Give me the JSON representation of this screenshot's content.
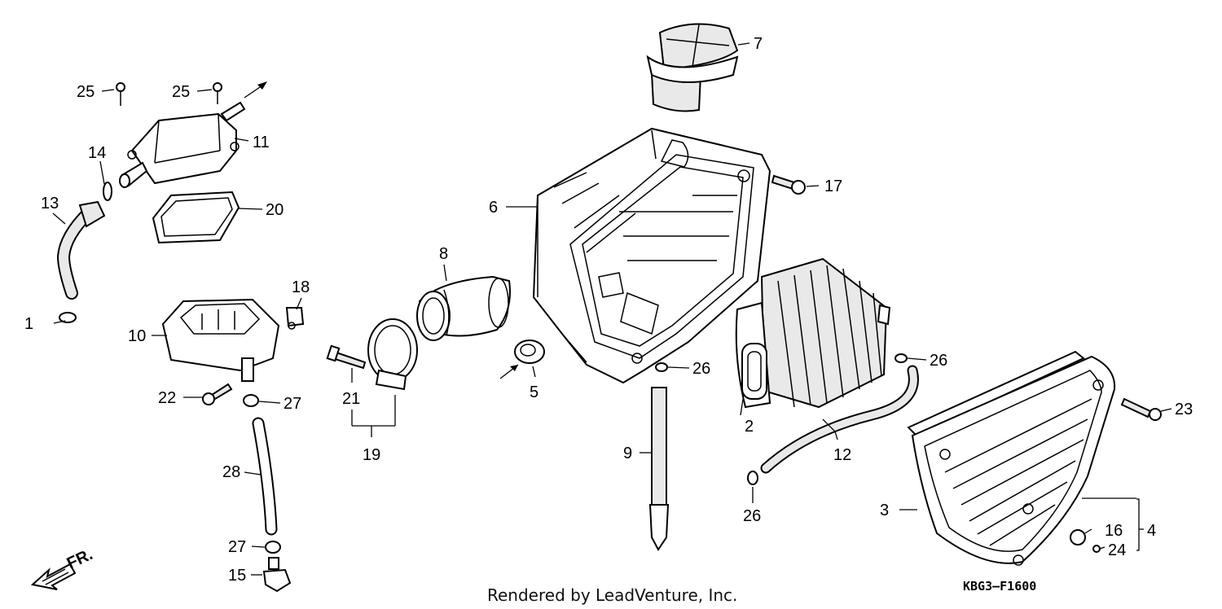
{
  "callouts": {
    "c1": "1",
    "c2": "2",
    "c3": "3",
    "c4": "4",
    "c5": "5",
    "c6": "6",
    "c7": "7",
    "c8": "8",
    "c9": "9",
    "c10": "10",
    "c11": "11",
    "c12": "12",
    "c13": "13",
    "c14": "14",
    "c15": "15",
    "c16": "16",
    "c17": "17",
    "c18": "18",
    "c19": "19",
    "c20": "20",
    "c21": "21",
    "c22": "22",
    "c23": "23",
    "c24": "24",
    "c25a": "25",
    "c25b": "25",
    "c26a": "26",
    "c26b": "26",
    "c26c": "26",
    "c27a": "27",
    "c27b": "27",
    "c28": "28"
  },
  "direction_label": "FR.",
  "footer_text": "Rendered by LeadVenture, Inc.",
  "diagram_code": "KBG3–F1600"
}
